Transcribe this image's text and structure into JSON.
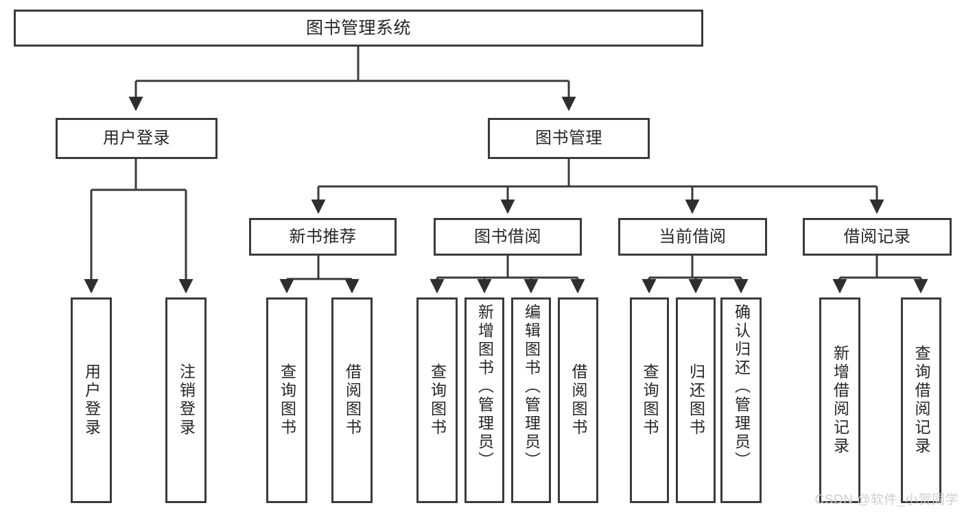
{
  "diagram": {
    "type": "tree-hierarchy",
    "title": "图书管理系统",
    "root": {
      "id": "root",
      "label": "图书管理系统"
    },
    "level2": [
      {
        "id": "user-login",
        "label": "用户登录"
      },
      {
        "id": "book-manage",
        "label": "图书管理"
      }
    ],
    "level3": [
      {
        "id": "new-book-recommend",
        "label": "新书推荐",
        "parent": "book-manage"
      },
      {
        "id": "book-borrow",
        "label": "图书借阅",
        "parent": "book-manage"
      },
      {
        "id": "current-borrow",
        "label": "当前借阅",
        "parent": "book-manage"
      },
      {
        "id": "borrow-record",
        "label": "借阅记录",
        "parent": "book-manage"
      }
    ],
    "leaves": {
      "user_login": [
        {
          "id": "leaf-user-login",
          "label": "用户登录"
        },
        {
          "id": "leaf-user-logout",
          "label": "注销登录"
        }
      ],
      "new_book_recommend": [
        {
          "id": "leaf-query-book-1",
          "label": "查询图书"
        },
        {
          "id": "leaf-borrow-book-1",
          "label": "借阅图书"
        }
      ],
      "book_borrow": [
        {
          "id": "leaf-query-book-2",
          "label": "查询图书"
        },
        {
          "id": "leaf-add-book",
          "label": "新增图书（管理员）"
        },
        {
          "id": "leaf-edit-book",
          "label": "编辑图书（管理员）"
        },
        {
          "id": "leaf-borrow-book-2",
          "label": "借阅图书"
        }
      ],
      "current_borrow": [
        {
          "id": "leaf-query-book-3",
          "label": "查询图书"
        },
        {
          "id": "leaf-return-book",
          "label": "归还图书"
        },
        {
          "id": "leaf-confirm-return",
          "label": "确认归还（管理员）"
        }
      ],
      "borrow_record": [
        {
          "id": "leaf-add-record",
          "label": "新增借阅记录"
        },
        {
          "id": "leaf-query-record",
          "label": "查询借阅记录"
        }
      ]
    }
  },
  "watermark": {
    "text": "CSDN @软件_小贺同学"
  },
  "colors": {
    "stroke": "#3a3a3a",
    "text": "#262626",
    "background": "#ffffff",
    "watermark": "#cfcfcf"
  }
}
